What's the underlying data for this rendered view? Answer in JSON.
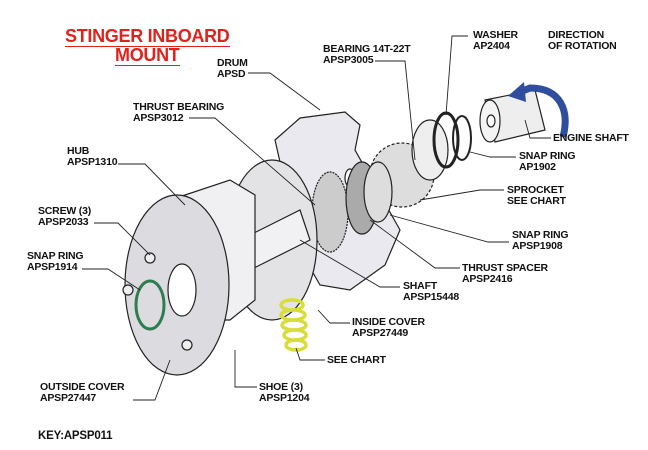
{
  "title": {
    "line1": "STINGER  INBOARD",
    "line2": "MOUNT"
  },
  "labels": {
    "drum": {
      "name": "DRUM",
      "part": "APSD"
    },
    "bearing": {
      "name": "BEARING 14T-22T",
      "part": "APSP3005"
    },
    "washer": {
      "name": "WASHER",
      "part": "AP2404"
    },
    "rotation": {
      "line1": "DIRECTION",
      "line2": "OF ROTATION"
    },
    "thrust_bearing": {
      "name": "THRUST BEARING",
      "part": "APSP3012"
    },
    "hub": {
      "name": "HUB",
      "part": "APSP1310"
    },
    "engine_shaft": {
      "name": "ENGINE SHAFT"
    },
    "snap_ring_1": {
      "name": "SNAP RING",
      "part": "AP1902"
    },
    "sprocket": {
      "name": "SPROCKET",
      "part": "SEE CHART"
    },
    "screw": {
      "name": "SCREW (3)",
      "part": "APSP2033"
    },
    "snap_ring_2": {
      "name": "SNAP RING",
      "part": "APSP1908"
    },
    "thrust_spacer": {
      "name": "THRUST SPACER",
      "part": "APSP2416"
    },
    "snap_ring_3": {
      "name": "SNAP RING",
      "part": "APSP1914"
    },
    "shaft": {
      "name": "SHAFT",
      "part": "APSP15448"
    },
    "inside_cover": {
      "name": "INSIDE COVER",
      "part": "APSP27449"
    },
    "spring": {
      "name": "SEE CHART"
    },
    "outside_cover": {
      "name": "OUTSIDE COVER",
      "part": "APSP27447"
    },
    "shoe": {
      "name": "SHOE (3)",
      "part": "APSP1204"
    }
  },
  "key": "KEY:APSP011",
  "colors": {
    "title": "#e0221c",
    "arrow": "#2f4f9e",
    "spring": "#d8dd3a",
    "snap_ring": "#2e7d4f"
  }
}
